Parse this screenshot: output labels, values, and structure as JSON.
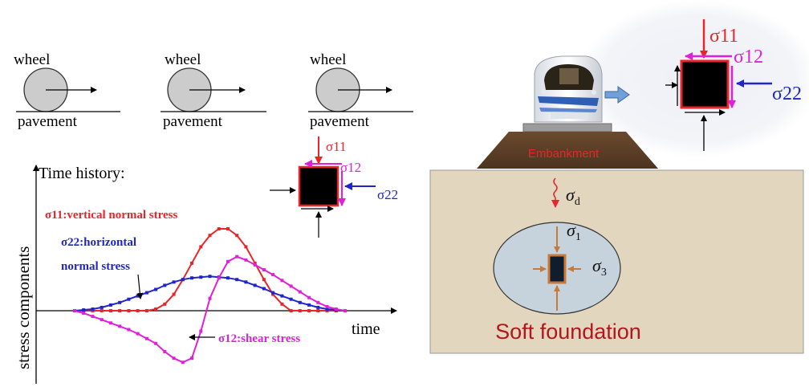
{
  "wheels": {
    "wheel_label": "wheel",
    "pavement_label": "pavement"
  },
  "history": {
    "title": "Time history:",
    "y_axis_label": "stress components",
    "x_axis_label": "time",
    "legend_sigma11": "σ11:vertical normal stress",
    "legend_sigma22_line1": "σ22:horizontal",
    "legend_sigma22_line2": "normal stress",
    "legend_sigma12": "σ12:shear stress",
    "element_s11": "σ11",
    "element_s12": "σ12",
    "element_s22": "σ22"
  },
  "train": {
    "embankment_label": "Embankment",
    "foundation_label": "Soft foundation",
    "sigma_d": "σd",
    "sigma_1": "σ1",
    "sigma_3": "σ3",
    "element_s11": "σ11",
    "element_s12": "σ12",
    "element_s22": "σ22"
  },
  "chart_data": {
    "type": "line",
    "xlabel": "time",
    "ylabel": "stress components",
    "x": [
      0,
      1,
      2,
      3,
      4,
      5,
      6,
      7,
      8,
      9,
      10,
      11,
      12,
      13,
      14,
      15,
      16,
      17,
      18,
      19,
      20,
      21,
      22,
      23,
      24,
      25,
      26,
      27,
      28,
      29,
      30
    ],
    "series": [
      {
        "name": "σ11:vertical normal stress",
        "color": "#e8262a",
        "values": [
          0,
          0,
          0,
          0,
          0,
          0,
          0,
          0,
          0,
          2,
          8,
          20,
          38,
          58,
          78,
          92,
          100,
          100,
          92,
          78,
          58,
          38,
          20,
          8,
          0,
          0,
          0,
          0,
          0,
          0,
          0
        ]
      },
      {
        "name": "σ22:horizontal normal stress",
        "color": "#1f25c8",
        "values": [
          0,
          1,
          2,
          4,
          7,
          10,
          14,
          18,
          22,
          26,
          31,
          35,
          38,
          40,
          41,
          42,
          41,
          40,
          38,
          35,
          31,
          27,
          22,
          18,
          14,
          10,
          7,
          4,
          2,
          1,
          0
        ]
      },
      {
        "name": "σ12:shear stress",
        "color": "#e020d8",
        "values": [
          0,
          -3,
          -7,
          -11,
          -15,
          -19,
          -23,
          -28,
          -34,
          -40,
          -50,
          -58,
          -63,
          -58,
          -25,
          15,
          40,
          60,
          66,
          62,
          56,
          50,
          44,
          37,
          30,
          23,
          16,
          10,
          5,
          2,
          0
        ]
      }
    ]
  }
}
